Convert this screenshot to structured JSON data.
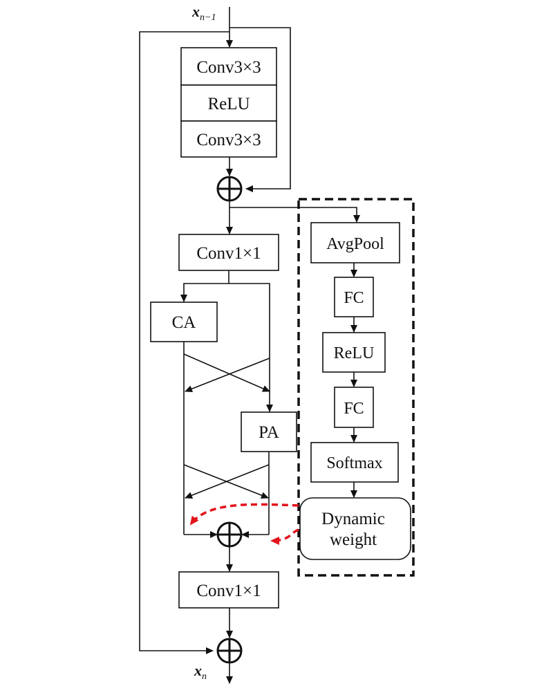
{
  "input_label": {
    "main": "x",
    "sub": "n−1"
  },
  "output_label": {
    "main": "x",
    "sub": "n"
  },
  "main_branch": {
    "conv1": "Conv3×3",
    "relu": "ReLU",
    "conv2": "Conv3×3",
    "conv_1x1_top": "Conv1×1",
    "ca": "CA",
    "pa": "PA",
    "conv_1x1_bottom": "Conv1×1"
  },
  "attention_branch": {
    "avgpool": "AvgPool",
    "fc1": "FC",
    "relu": "ReLU",
    "fc2": "FC",
    "softmax": "Softmax",
    "dynamic_weight_line1": "Dynamic",
    "dynamic_weight_line2": "weight"
  },
  "colors": {
    "stroke": "#111111",
    "dynamic_weight_arrow": "#e3121b"
  }
}
